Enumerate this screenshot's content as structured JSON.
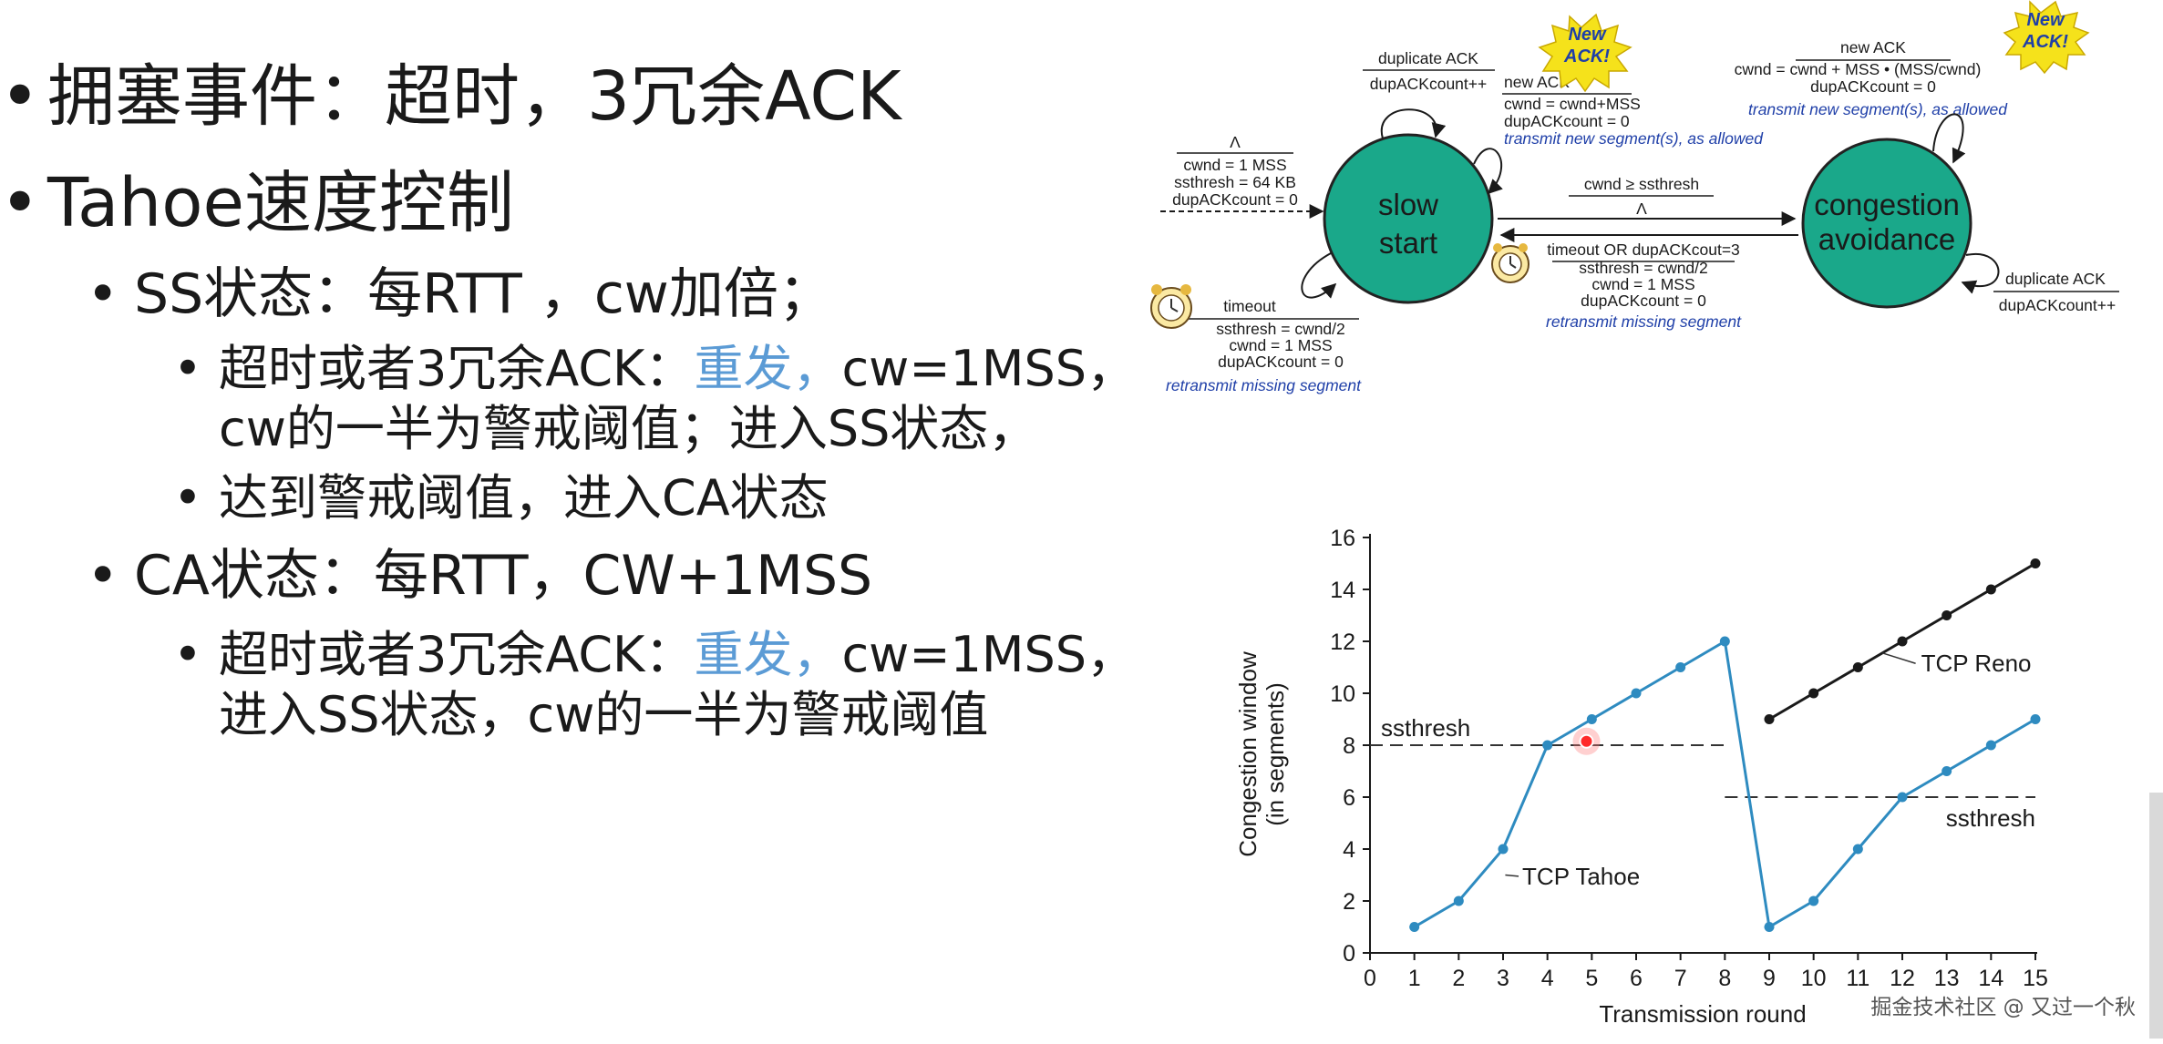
{
  "slide": {
    "bullets": {
      "b1": "拥塞事件：超时，3冗余ACK",
      "b2": "Tahoe速度控制",
      "b3": "SS状态：每RTT ，cw加倍；",
      "b4_pre": "超时或者3冗余ACK：",
      "b4_blue": "重发，",
      "b4_post": "cw=1MSS，",
      "b4_cont": "cw的一半为警戒阈值；进入SS状态，",
      "b5": "达到警戒阈值，进入CA状态",
      "b6": "CA状态：每RTT，CW+1MSS",
      "b7_pre": "超时或者3冗余ACK：",
      "b7_blue": "重发，",
      "b7_post": "cw=1MSS，",
      "b7_cont": "进入SS状态，cw的一半为警戒阈值"
    }
  },
  "fsm": {
    "states": {
      "slow_start_1": "slow",
      "slow_start_2": "start",
      "ca_1": "congestion",
      "ca_2": "avoidance"
    },
    "burst_1": "New",
    "burst_2": "ACK!",
    "init": {
      "lambda": "Λ",
      "l1": "cwnd = 1 MSS",
      "l2": "ssthresh = 64 KB",
      "l3": "dupACKcount = 0"
    },
    "ss_dup": {
      "top": "duplicate ACK",
      "bot": "dupACKcount++"
    },
    "ss_new": {
      "top": "new ACK",
      "l1": "cwnd = cwnd+MSS",
      "l2": "dupACKcount = 0",
      "l3": "transmit new segment(s), as allowed"
    },
    "ss_timeout": {
      "top": "timeout",
      "l1": "ssthresh = cwnd/2",
      "l2": "cwnd = 1 MSS",
      "l3": "dupACKcount = 0",
      "l4": "retransmit missing segment"
    },
    "to_ca": {
      "top": "cwnd ≥ ssthresh",
      "bot": "Λ"
    },
    "to_ss": {
      "top": "timeout OR dupACKcout=3",
      "l1": "ssthresh = cwnd/2",
      "l2": "cwnd = 1 MSS",
      "l3": "dupACKcount = 0",
      "l4": "retransmit missing segment"
    },
    "ca_new": {
      "top": "new ACK",
      "l1": "cwnd = cwnd + MSS • (MSS/cwnd)",
      "l2": "dupACKcount = 0",
      "l3": "transmit new segment(s), as allowed"
    },
    "ca_dup": {
      "top": "duplicate ACK",
      "bot": "dupACKcount++"
    }
  },
  "chart_data": {
    "type": "line",
    "xlabel": "Transmission round",
    "ylabel_1": "Congestion window",
    "ylabel_2": "(in segments)",
    "xlim": [
      0,
      15
    ],
    "ylim": [
      0,
      16
    ],
    "x_ticks": [
      0,
      1,
      2,
      3,
      4,
      5,
      6,
      7,
      8,
      9,
      10,
      11,
      12,
      13,
      14,
      15
    ],
    "y_ticks": [
      0,
      2,
      4,
      6,
      8,
      10,
      12,
      14,
      16
    ],
    "series": [
      {
        "name": "TCP Tahoe",
        "color": "#2e8bc0",
        "x": [
          1,
          2,
          3,
          4,
          5,
          6,
          7,
          8,
          9,
          10,
          11,
          12,
          13,
          14,
          15
        ],
        "y": [
          1,
          2,
          4,
          8,
          9,
          10,
          11,
          12,
          1,
          2,
          4,
          6,
          7,
          8,
          9
        ]
      },
      {
        "name": "TCP Reno",
        "color": "#1a1a1a",
        "x": [
          9,
          10,
          11,
          12,
          13,
          14,
          15
        ],
        "y": [
          9,
          10,
          11,
          12,
          13,
          14,
          15
        ]
      }
    ],
    "thresholds": [
      {
        "label": "ssthresh",
        "y": 8,
        "x_from": 0,
        "x_to": 8
      },
      {
        "label": "ssthresh",
        "y": 6,
        "x_from": 8,
        "x_to": 15
      }
    ]
  },
  "watermark": "掘金技术社区 @ 又过一个秋"
}
